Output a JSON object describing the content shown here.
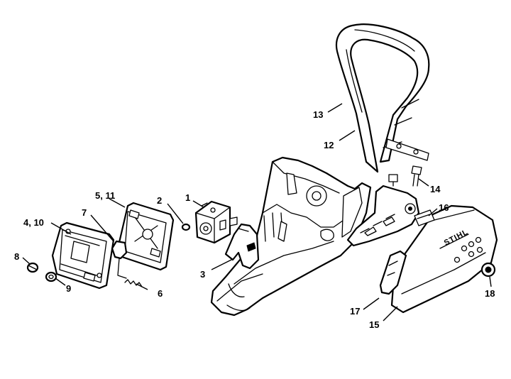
{
  "callouts": [
    {
      "id": "c1",
      "label": "1"
    },
    {
      "id": "c2",
      "label": "2"
    },
    {
      "id": "c3",
      "label": "3"
    },
    {
      "id": "c4",
      "label": "4, 10"
    },
    {
      "id": "c5",
      "label": "5, 11"
    },
    {
      "id": "c6",
      "label": "6"
    },
    {
      "id": "c7",
      "label": "7"
    },
    {
      "id": "c8",
      "label": "8"
    },
    {
      "id": "c9",
      "label": "9"
    },
    {
      "id": "c12",
      "label": "12"
    },
    {
      "id": "c13",
      "label": "13"
    },
    {
      "id": "c14",
      "label": "14"
    },
    {
      "id": "c15",
      "label": "15"
    },
    {
      "id": "c16",
      "label": "16"
    },
    {
      "id": "c17",
      "label": "17"
    },
    {
      "id": "c18",
      "label": "18"
    }
  ],
  "brand_logo": "STIHL"
}
